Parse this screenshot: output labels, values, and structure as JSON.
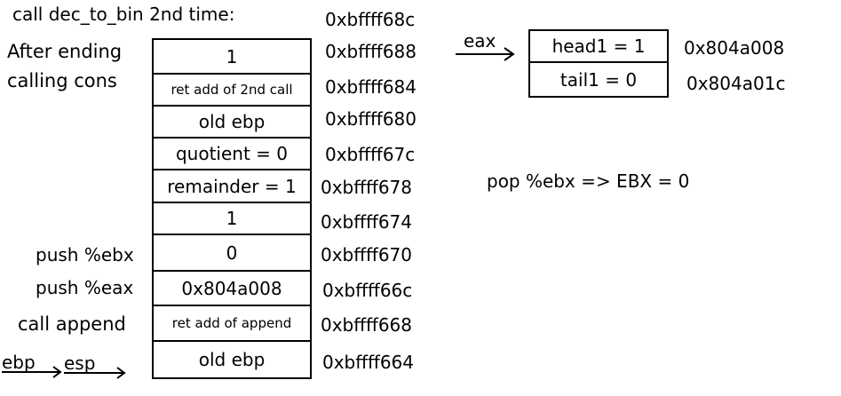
{
  "title": "call dec_to_bin 2nd time:",
  "after_label": [
    "After ending",
    "calling cons"
  ],
  "instructions": {
    "push_ebx": "push %ebx",
    "push_eax": "push %eax",
    "call_append": "call append"
  },
  "pointers": {
    "ebp": "ebp",
    "esp": "esp",
    "eax": "eax"
  },
  "top_address": "0xbffff68c",
  "stack": [
    {
      "value": "1",
      "address": "0xbffff688"
    },
    {
      "value": "ret add of 2nd call",
      "address": "0xbffff684"
    },
    {
      "value": "old ebp",
      "address": "0xbffff680"
    },
    {
      "value": "quotient = 0",
      "address": "0xbffff67c"
    },
    {
      "value": "remainder = 1",
      "address": "0xbffff678"
    },
    {
      "value": "1",
      "address": "0xbffff674"
    },
    {
      "value": "0",
      "address": "0xbffff670"
    },
    {
      "value": "0x804a008",
      "address": "0xbffff66c"
    },
    {
      "value": "ret add of append",
      "address": "0xbffff668"
    },
    {
      "value": "old ebp",
      "address": "0xbffff664"
    }
  ],
  "list_node": [
    {
      "value": "head1 = 1",
      "address": "0x804a008"
    },
    {
      "value": "tail1 =  0",
      "address": "0x804a01c"
    }
  ],
  "note": "pop %ebx => EBX = 0"
}
